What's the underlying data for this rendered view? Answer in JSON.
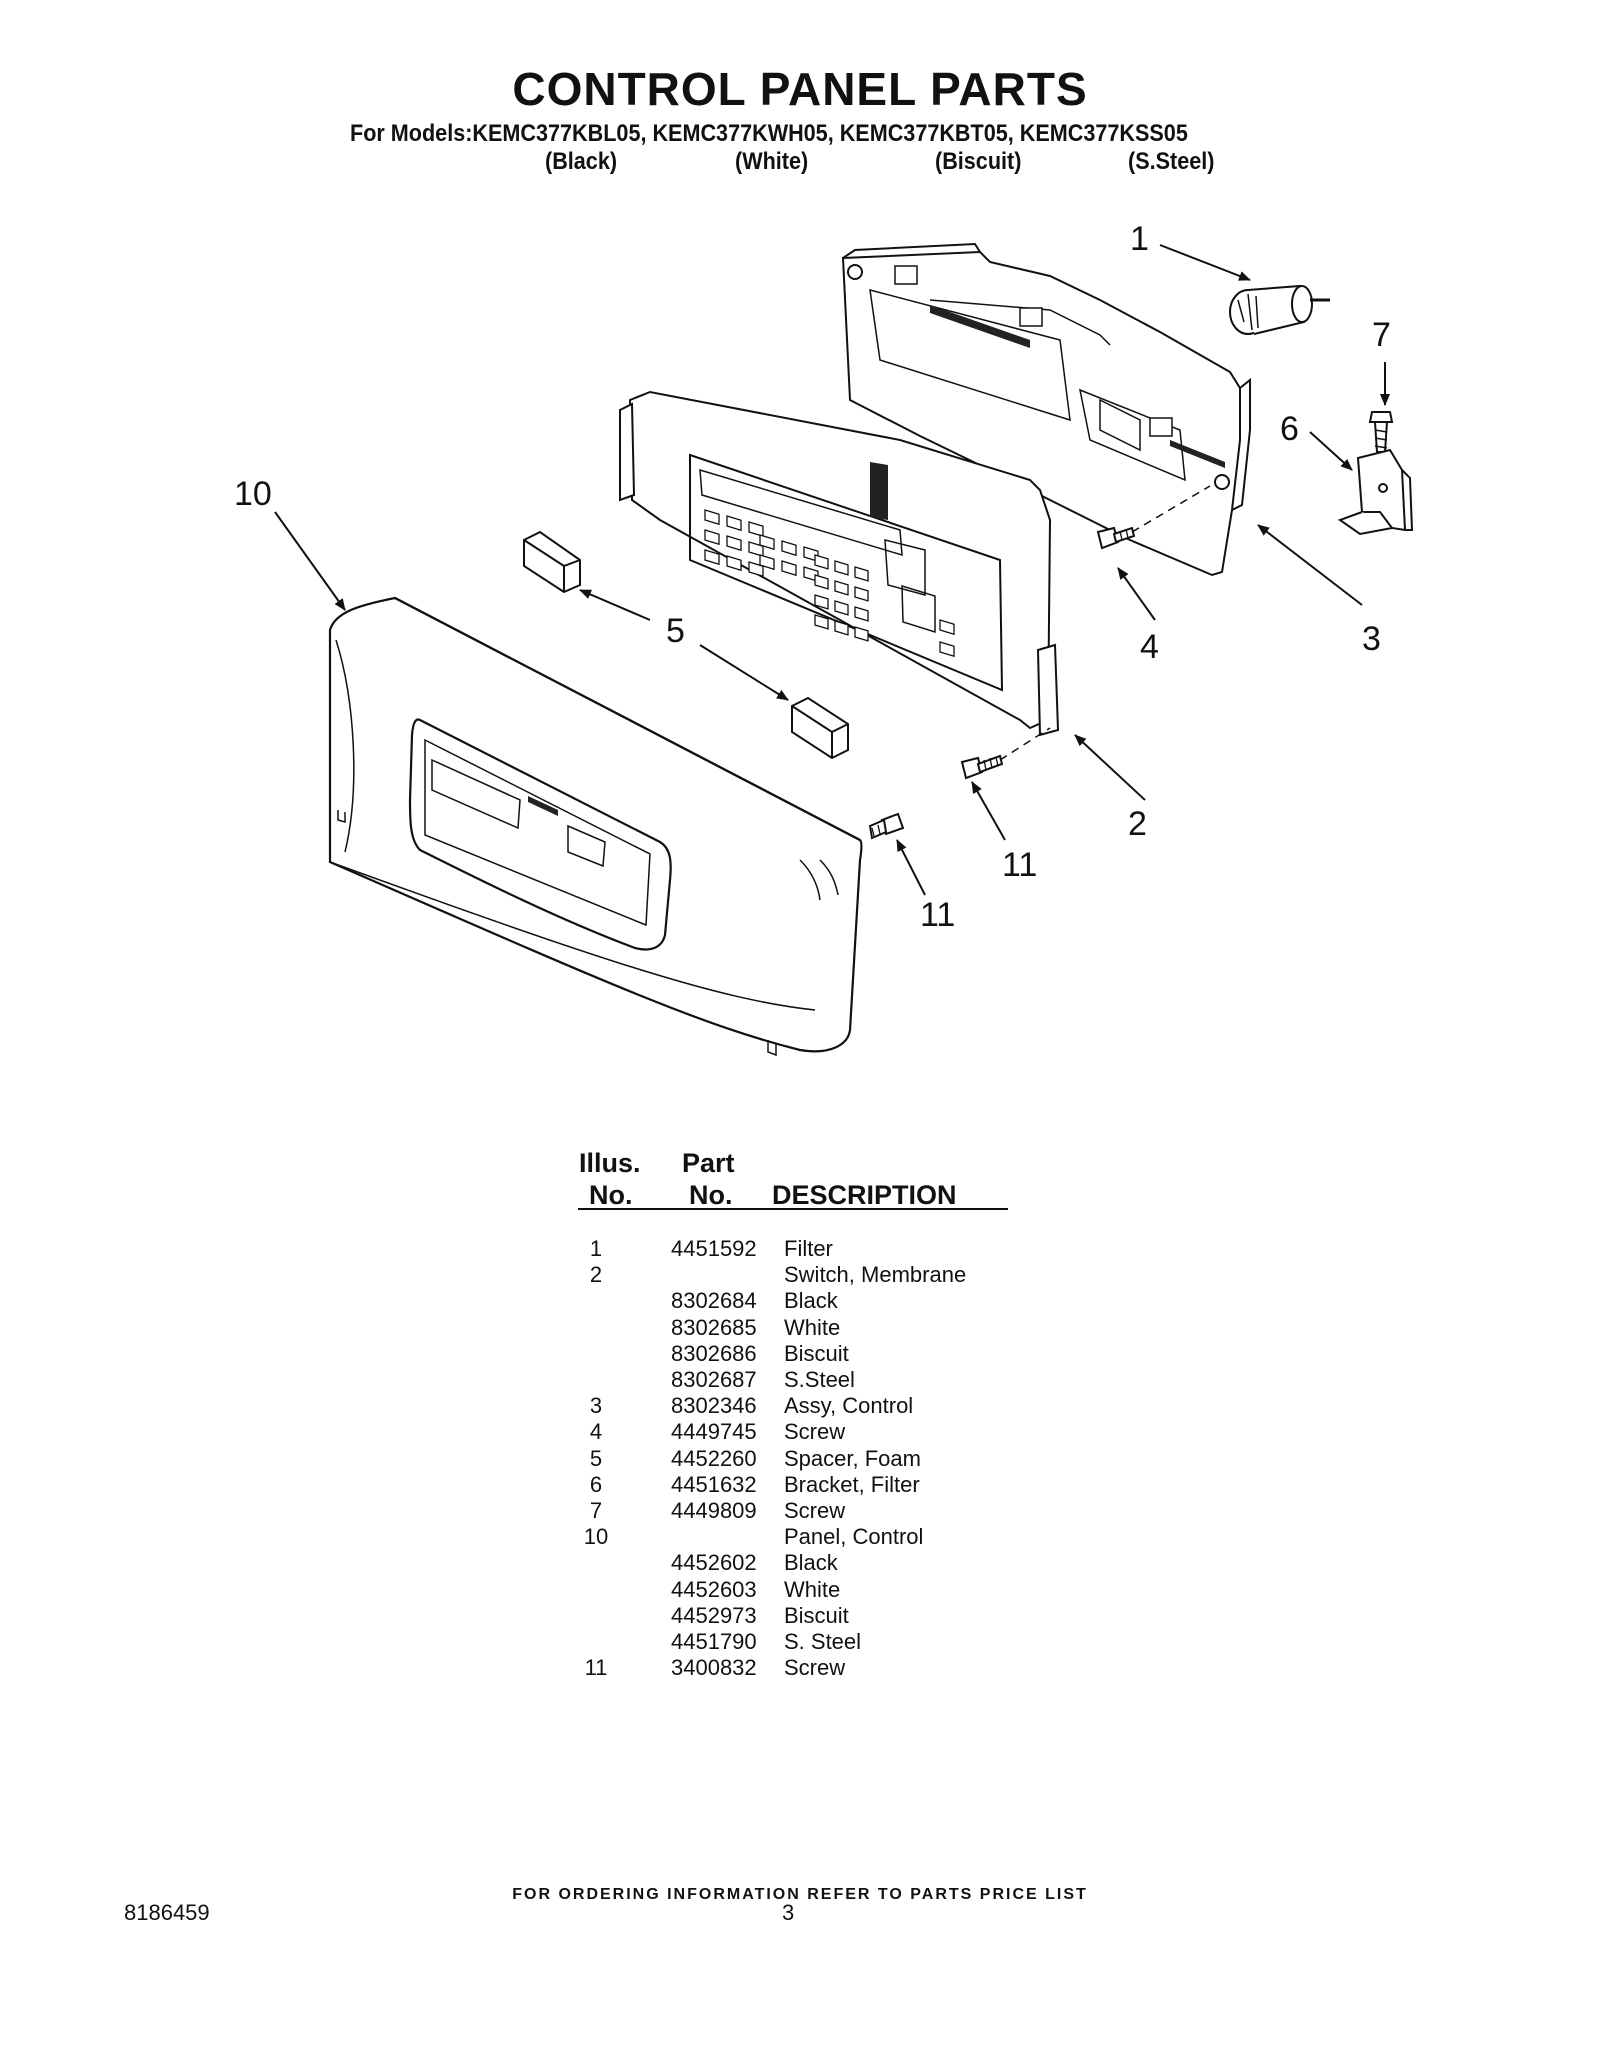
{
  "header": {
    "title": "CONTROL PANEL PARTS",
    "models_line": "For Models:KEMC377KBL05, KEMC377KWH05, KEMC377KBT05, KEMC377KSS05",
    "colors": [
      "(Black)",
      "(White)",
      "(Biscuit)",
      "(S.Steel)"
    ]
  },
  "diagram": {
    "callouts": [
      "1",
      "7",
      "6",
      "10",
      "5",
      "4",
      "3",
      "2",
      "11",
      "11"
    ]
  },
  "table": {
    "headers": {
      "illus_top": "Illus.",
      "illus_bottom": "No.",
      "part_top": "Part",
      "part_bottom": "No.",
      "description": "DESCRIPTION"
    },
    "rows": [
      {
        "illus": "1",
        "part": "4451592",
        "desc": "Filter"
      },
      {
        "illus": "2",
        "part": "",
        "desc": "Switch, Membrane"
      },
      {
        "illus": "",
        "part": "8302684",
        "desc": "Black"
      },
      {
        "illus": "",
        "part": "8302685",
        "desc": "White"
      },
      {
        "illus": "",
        "part": "8302686",
        "desc": "Biscuit"
      },
      {
        "illus": "",
        "part": "8302687",
        "desc": "S.Steel"
      },
      {
        "illus": "3",
        "part": "8302346",
        "desc": "Assy, Control"
      },
      {
        "illus": "4",
        "part": "4449745",
        "desc": "Screw"
      },
      {
        "illus": "5",
        "part": "4452260",
        "desc": "Spacer, Foam"
      },
      {
        "illus": "6",
        "part": "4451632",
        "desc": "Bracket, Filter"
      },
      {
        "illus": "7",
        "part": "4449809",
        "desc": "Screw"
      },
      {
        "illus": "10",
        "part": "",
        "desc": "Panel, Control"
      },
      {
        "illus": "",
        "part": "4452602",
        "desc": "Black"
      },
      {
        "illus": "",
        "part": "4452603",
        "desc": "White"
      },
      {
        "illus": "",
        "part": "4452973",
        "desc": "Biscuit"
      },
      {
        "illus": "",
        "part": "4451790",
        "desc": "S. Steel"
      },
      {
        "illus": "11",
        "part": "3400832",
        "desc": "Screw"
      }
    ]
  },
  "footer": {
    "ordering_note": "FOR ORDERING INFORMATION REFER TO PARTS PRICE LIST",
    "doc_number": "8186459",
    "page_number": "3"
  }
}
